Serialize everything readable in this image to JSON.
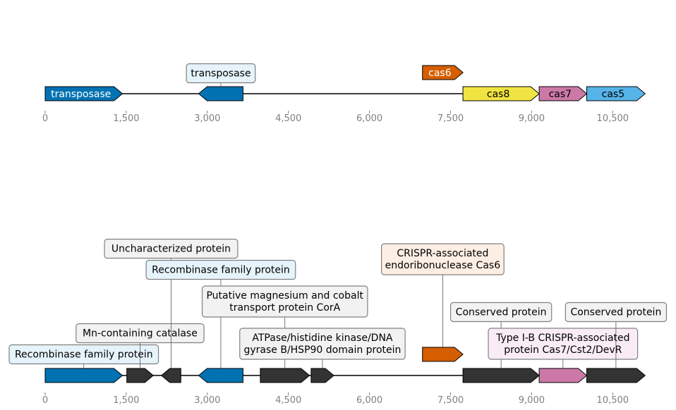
{
  "chart_data": {
    "type": "gene-map",
    "axis": {
      "min": 0,
      "max": 11100,
      "ticks": [
        0,
        1500,
        3000,
        4500,
        6000,
        7500,
        9000,
        10500
      ],
      "tick_labels": [
        "0",
        "1,500",
        "3,000",
        "4,500",
        "6,000",
        "7,500",
        "9,000",
        "10,500"
      ]
    },
    "tracks": [
      {
        "name": "top",
        "genes": [
          {
            "start": 0,
            "end": 1430,
            "strand": 1,
            "color": "#0072B2",
            "label": "transposase",
            "label_color": "#ffffff",
            "callout": "",
            "callout_bg": ""
          },
          {
            "start": 2840,
            "end": 3660,
            "strand": -1,
            "color": "#0072B2",
            "label": "",
            "label_color": "",
            "callout": "transposase",
            "callout_bg": "#e6f3fb"
          },
          {
            "start": 6980,
            "end": 7730,
            "strand": 1,
            "color": "#D55E00",
            "label": "cas6",
            "label_color": "#ffffff",
            "callout": "",
            "callout_bg": ""
          },
          {
            "start": 7730,
            "end": 9140,
            "strand": 1,
            "color": "#F0E442",
            "label": "cas8",
            "label_color": "#000000",
            "callout": "",
            "callout_bg": ""
          },
          {
            "start": 9140,
            "end": 10020,
            "strand": 1,
            "color": "#CC79A7",
            "label": "cas7",
            "label_color": "#000000",
            "callout": "",
            "callout_bg": ""
          },
          {
            "start": 10020,
            "end": 11100,
            "strand": 1,
            "color": "#56B4E9",
            "label": "cas5",
            "label_color": "#000000",
            "callout": "",
            "callout_bg": ""
          }
        ]
      },
      {
        "name": "bottom",
        "genes": [
          {
            "start": 0,
            "end": 1430,
            "strand": 1,
            "color": "#0072B2",
            "label": "",
            "callout": [
              "Recombinase family protein"
            ],
            "callout_bg": "#e6f3fb"
          },
          {
            "start": 1510,
            "end": 2000,
            "strand": 1,
            "color": "#333333",
            "label": "",
            "callout": [
              "Mn-containing catalase"
            ],
            "callout_bg": "#f2f2f2"
          },
          {
            "start": 2150,
            "end": 2510,
            "strand": -1,
            "color": "#333333",
            "label": "",
            "callout": [
              "Uncharacterized protein"
            ],
            "callout_bg": "#f2f2f2"
          },
          {
            "start": 2840,
            "end": 3660,
            "strand": -1,
            "color": "#0072B2",
            "label": "",
            "callout": [
              "Recombinase family protein"
            ],
            "callout_bg": "#e6f3fb"
          },
          {
            "start": 3980,
            "end": 4890,
            "strand": 1,
            "color": "#333333",
            "label": "",
            "callout": [
              "Putative magnesium and cobalt",
              "transport protein CorA"
            ],
            "callout_bg": "#f2f2f2"
          },
          {
            "start": 4920,
            "end": 5340,
            "strand": 1,
            "color": "#333333",
            "label": "",
            "callout": [
              "ATPase/histidine kinase/DNA",
              "gyrase B/HSP90 domain protein"
            ],
            "callout_bg": "#f2f2f2"
          },
          {
            "start": 6980,
            "end": 7730,
            "strand": 1,
            "color": "#D55E00",
            "label": "",
            "callout": [
              "CRISPR-associated",
              "endoribonuclease Cas6"
            ],
            "callout_bg": "#fdeee4"
          },
          {
            "start": 7730,
            "end": 9140,
            "strand": 1,
            "color": "#333333",
            "label": "",
            "callout": [
              "Conserved protein"
            ],
            "callout_bg": "#f2f2f2"
          },
          {
            "start": 9140,
            "end": 10020,
            "strand": 1,
            "color": "#CC79A7",
            "label": "",
            "callout": [
              "Type I-B CRISPR-associated",
              "protein Cas7/Cst2/DevR"
            ],
            "callout_bg": "#f9ecf4"
          },
          {
            "start": 10020,
            "end": 11100,
            "strand": 1,
            "color": "#333333",
            "label": "",
            "callout": [
              "Conserved protein"
            ],
            "callout_bg": "#f2f2f2"
          }
        ]
      }
    ]
  }
}
